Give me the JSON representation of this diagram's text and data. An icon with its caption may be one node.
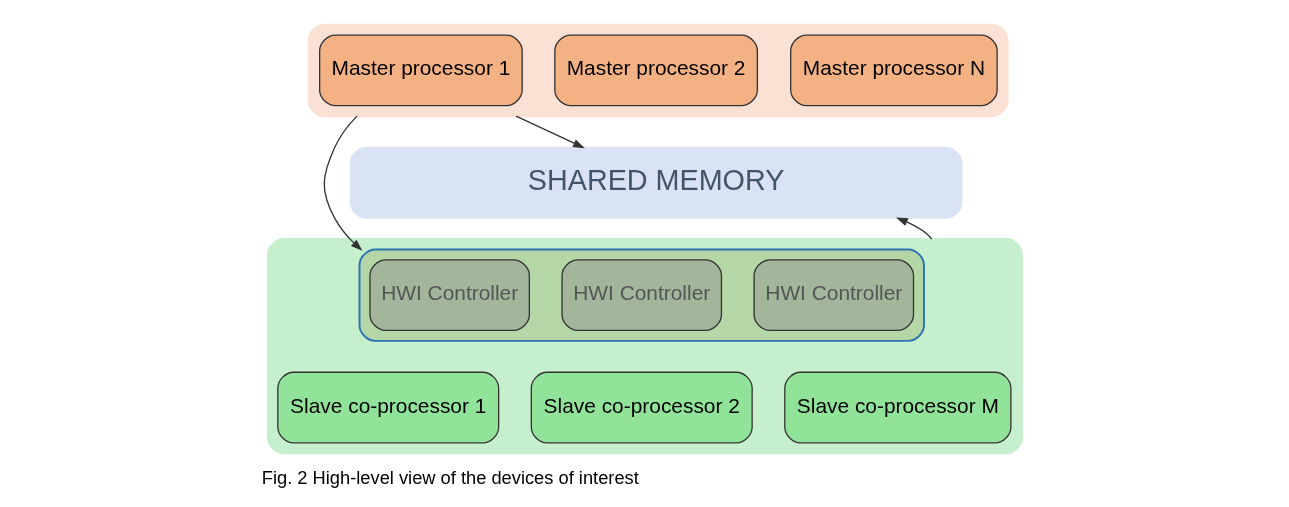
{
  "diagram": {
    "caption": "Fig. 2 High-level view of the devices of interest",
    "nodes": [
      {
        "text": [],
        "shape": "box"
      },
      {
        "text": [
          "Master processor 1"
        ],
        "in": 0
      },
      {
        "text": [
          "Master processor 2"
        ],
        "in": 0
      },
      {
        "text": [
          "Master processor N"
        ],
        "in": 0
      },
      {
        "text": [
          "SHARED MEMORY"
        ]
      },
      {
        "text": [],
        "shape": "box"
      },
      {
        "text": [],
        "shape": "box",
        "in": 5
      },
      {
        "text": [
          "HWI Controller"
        ],
        "in": 6
      },
      {
        "text": [
          "HWI Controller"
        ],
        "in": 6
      },
      {
        "text": [
          "HWI Controller"
        ],
        "in": 6
      },
      {
        "text": [
          "Slave co-processor 1"
        ],
        "in": 5
      },
      {
        "text": [
          "Slave co-processor 2"
        ],
        "in": 5
      },
      {
        "text": [
          "Slave co-processor M"
        ],
        "in": 5
      }
    ],
    "edges": [
      {
        "from": 0,
        "to": 4,
        "arrow": "to"
      },
      {
        "from": 0,
        "to": 6,
        "arrow": "to"
      },
      {
        "from": 5,
        "to": 4,
        "arrow": "to"
      }
    ]
  }
}
